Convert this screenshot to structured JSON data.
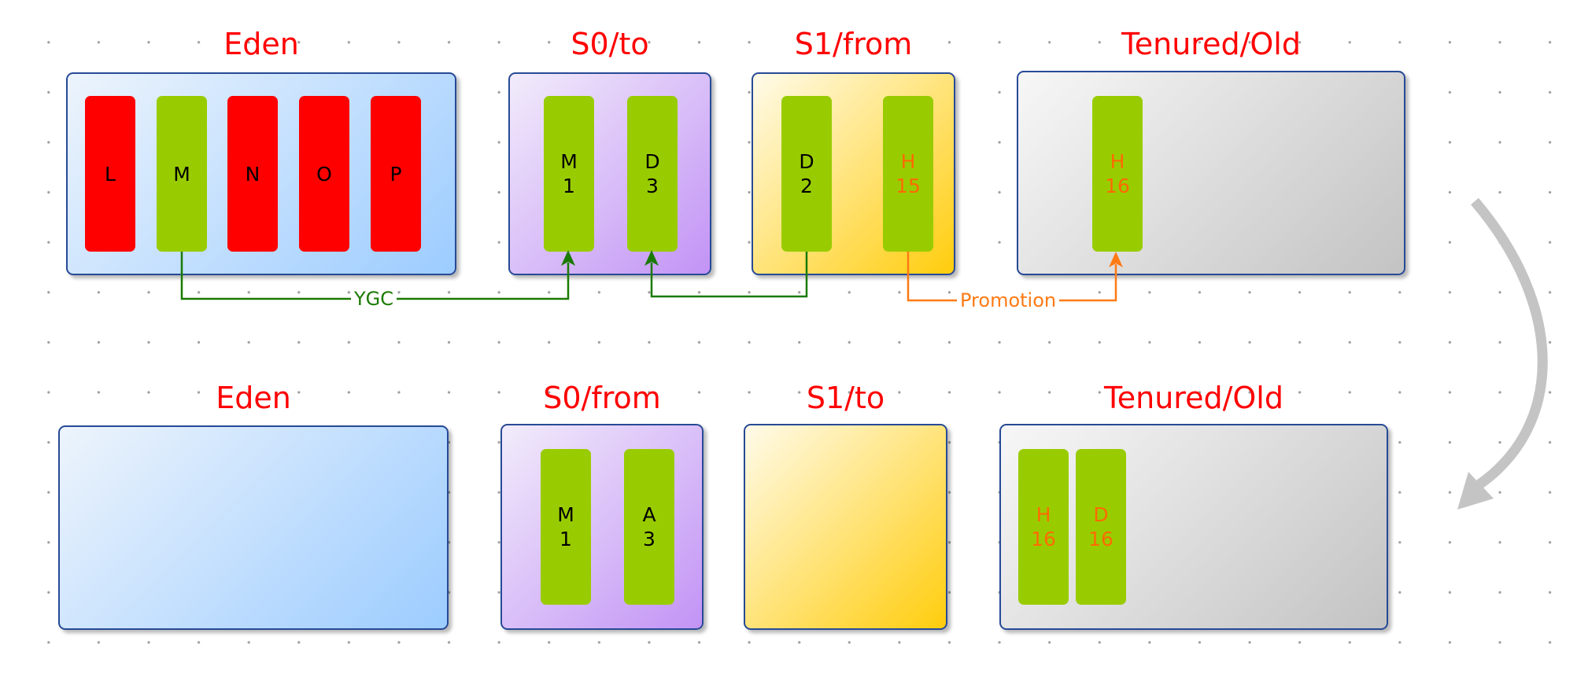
{
  "before": {
    "eden": {
      "title": "Eden",
      "objects": [
        {
          "name": "L",
          "age": ""
        },
        {
          "name": "M",
          "age": ""
        },
        {
          "name": "N",
          "age": ""
        },
        {
          "name": "O",
          "age": ""
        },
        {
          "name": "P",
          "age": ""
        }
      ]
    },
    "s0": {
      "title": "S0/to",
      "objects": [
        {
          "name": "M",
          "age": "1"
        },
        {
          "name": "D",
          "age": "3"
        }
      ]
    },
    "s1": {
      "title": "S1/from",
      "objects": [
        {
          "name": "D",
          "age": "2"
        },
        {
          "name": "H",
          "age": "15"
        }
      ]
    },
    "old": {
      "title": "Tenured/Old",
      "objects": [
        {
          "name": "H",
          "age": "16"
        }
      ]
    }
  },
  "after": {
    "eden": {
      "title": "Eden"
    },
    "s0": {
      "title": "S0/from",
      "objects": [
        {
          "name": "M",
          "age": "1"
        },
        {
          "name": "A",
          "age": "3"
        }
      ]
    },
    "s1": {
      "title": "S1/to"
    },
    "old": {
      "title": "Tenured/Old",
      "objects": [
        {
          "name": "H",
          "age": "16"
        },
        {
          "name": "D",
          "age": "16"
        }
      ]
    }
  },
  "edges": {
    "ygc_label": "YGC",
    "promotion_label": "Promotion"
  },
  "colors": {
    "title": "#ff0000",
    "border": "#274a96",
    "object_red": "#ff0000",
    "object_green": "#99cc00",
    "ygc_line": "#1a7a00",
    "promotion_line": "#ff7a14",
    "transition_arrow": "#c4c4c4"
  }
}
